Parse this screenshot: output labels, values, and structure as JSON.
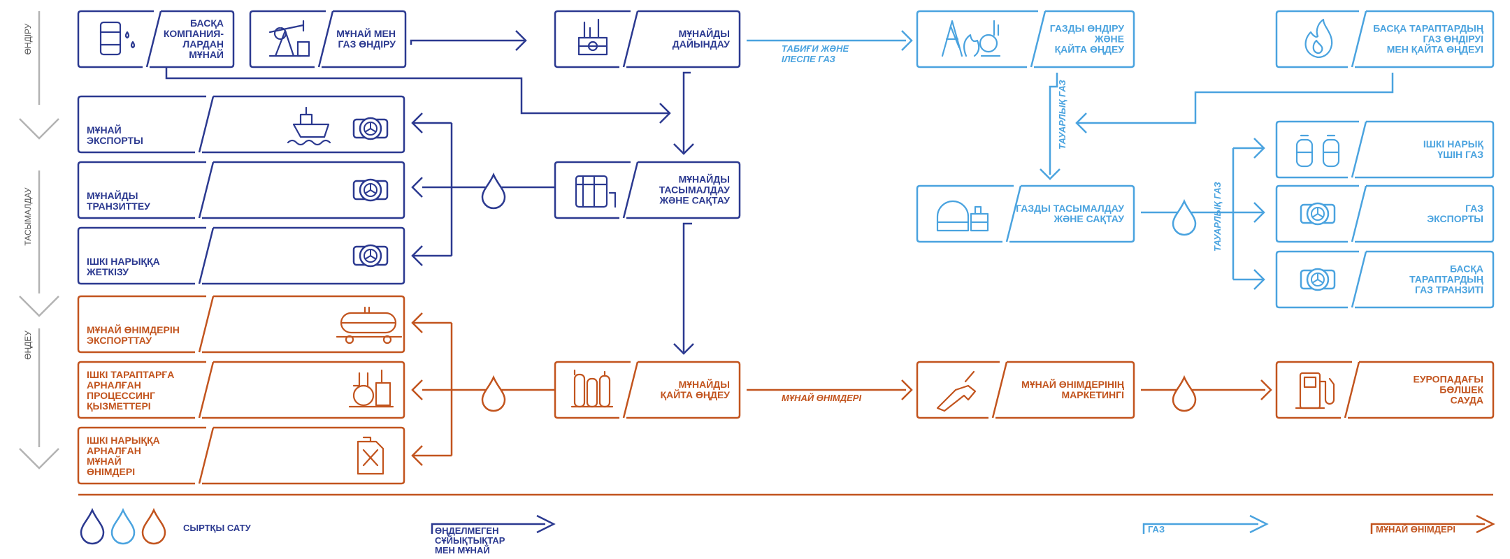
{
  "colors": {
    "oil": "#2b3990",
    "gas": "#4aa3df",
    "products": "#c2541e",
    "stage": "#b3b3b3"
  },
  "stages": {
    "production": "ӨНДІРУ",
    "transport": "ТАСЫМАЛДАУ",
    "processing": "ӨҢДЕУ"
  },
  "boxes": {
    "other_companies_oil": [
      "БАСҚА",
      "КОМПАНИЯ-",
      "ЛАРДАН",
      "МҰНАЙ"
    ],
    "oil_gas_production": [
      "МҰНАЙ МЕН",
      "ГАЗ ӨНДІРУ"
    ],
    "oil_preparation": [
      "МҰНАЙДЫ",
      "ДАЙЫНДАУ"
    ],
    "gas_production_processing": [
      "ГАЗДЫ ӨНДІРУ",
      "ЖӘНЕ",
      "ҚАЙТА ӨҢДЕУ"
    ],
    "other_parties_gas": [
      "БАСҚА ТАРАПТАРДЫҢ",
      "ГАЗ ӨНДІРУІ",
      "МЕН ҚАЙТА ӨҢДЕУІ"
    ],
    "oil_export": [
      "МҰНАЙ",
      "ЭКСПОРТЫ"
    ],
    "oil_transit": [
      "МҰНАЙДЫ",
      "ТРАНЗИТТЕУ"
    ],
    "domestic_delivery": [
      "ІШКІ НАРЫҚҚА",
      "ЖЕТКІЗУ"
    ],
    "oil_transport_storage": [
      "МҰНАЙДЫ",
      "ТАСЫМАЛДАУ",
      "ЖӘНЕ САҚТАУ"
    ],
    "gas_transport_storage": [
      "ГАЗДЫ ТАСЫМАЛДАУ",
      "ЖӘНЕ САҚТАУ"
    ],
    "domestic_gas": [
      "ІШКІ НАРЫҚ",
      "ҮШІН ГАЗ"
    ],
    "gas_export": [
      "ГАЗ",
      "ЭКСПОРТЫ"
    ],
    "gas_transit": [
      "БАСҚА",
      "ТАРАПТАРДЫҢ",
      "ГАЗ ТРАНЗИТІ"
    ],
    "products_export": [
      "МҰНАЙ ӨНІМДЕРІН",
      "ЭКСПОРТТАУ"
    ],
    "processing_services": [
      "ІШКІ ТАРАПТАРҒА",
      "АРНАЛҒАН",
      "ПРОЦЕССИНГ",
      "ҚЫЗМЕТТЕРІ"
    ],
    "domestic_products": [
      "ІШКІ НАРЫҚҚА",
      "АРНАЛҒАН",
      "МҰНАЙ",
      "ӨНІМДЕРІ"
    ],
    "oil_refining": [
      "МҰНАЙДЫ",
      "ҚАЙТА ӨҢДЕУ"
    ],
    "products_marketing": [
      "МҰНАЙ ӨНІМДЕРІНІҢ",
      "МАРКЕТИНГІ"
    ],
    "retail_europe": [
      "ЕУРОПАДАҒЫ",
      "БӨЛШЕК",
      "САУДА"
    ]
  },
  "flow_labels": {
    "natural_gas": [
      "ТАБИҒИ ЖӘНЕ",
      "ІЛЕСПЕ ГАЗ"
    ],
    "commodity_gas_1": "ТАУАРЛЫҚ ГАЗ",
    "commodity_gas_2": "ТАУАРЛЫҚ ГАЗ",
    "oil_products": "МҰНАЙ ӨНІМДЕРІ"
  },
  "legend": {
    "external_sales": "СЫРТҚЫ САТУ",
    "crude": [
      "ӨҢДЕЛМЕГЕН",
      "СҰЙЫҚТЫҚТАР",
      "МЕН МҰНАЙ"
    ],
    "gas": "ГАЗ",
    "products": "МҰНАЙ ӨНІМДЕРІ"
  },
  "icons": {
    "other_companies_oil": "barrel-drops-icon",
    "oil_gas_production": "pump-jack-icon",
    "oil_preparation": "refinery-unit-icon",
    "gas_production_processing": "gas-rig-plant-icon",
    "other_parties_gas": "flame-icon",
    "oil_export": "tanker-ship-valve-icon",
    "oil_transit": "valve-icon",
    "domestic_delivery": "valve-icon",
    "oil_transport_storage": "storage-tank-icon",
    "gas_transport_storage": "gas-dome-storage-icon",
    "domestic_gas": "gas-cylinders-icon",
    "gas_export": "valve-icon",
    "gas_transit": "valve-icon",
    "products_export": "rail-tank-car-icon",
    "processing_services": "processing-plant-icon",
    "domestic_products": "jerrycan-icon",
    "oil_refining": "refinery-columns-icon",
    "products_marketing": "fuel-nozzle-icon",
    "retail_europe": "fuel-pump-icon"
  }
}
